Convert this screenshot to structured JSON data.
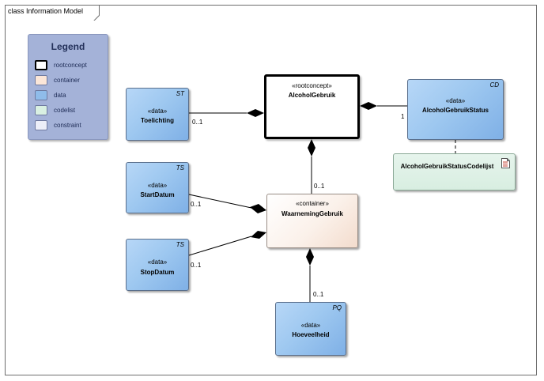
{
  "frame": {
    "title": "class Information Model"
  },
  "legend": {
    "title": "Legend",
    "items": [
      {
        "label": "rootconcept",
        "color": "#ffffff",
        "border": "#000000"
      },
      {
        "label": "container",
        "color": "#fbe6d8",
        "border": "#8a7a70"
      },
      {
        "label": "data",
        "color": "#8fbcea",
        "border": "#5a6f8c"
      },
      {
        "label": "codelist",
        "color": "#d9f0e2",
        "border": "#7c9a88"
      },
      {
        "label": "constraint",
        "color": "#eceef8",
        "border": "#7d84a6"
      }
    ]
  },
  "classes": {
    "root": {
      "stereotype": "«rootconcept»",
      "name": "AlcoholGebruik"
    },
    "status": {
      "stereotype": "«data»",
      "name": "AlcoholGebruikStatus",
      "type": "CD"
    },
    "toelichting": {
      "stereotype": "«data»",
      "name": "Toelichting",
      "type": "ST"
    },
    "waarneming": {
      "stereotype": "«container»",
      "name": "WaarnemingGebruik"
    },
    "startdatum": {
      "stereotype": "«data»",
      "name": "StartDatum",
      "type": "TS"
    },
    "stopdatum": {
      "stereotype": "«data»",
      "name": "StopDatum",
      "type": "TS"
    },
    "hoeveelheid": {
      "stereotype": "«data»",
      "name": "Hoeveelheid",
      "type": "PQ"
    },
    "codelijst": {
      "name": "AlcoholGebruikStatusCodelijst"
    }
  },
  "multiplicities": {
    "toelichting": "0..1",
    "status": "1",
    "waarneming": "0..1",
    "startdatum": "0..1",
    "stopdatum": "0..1",
    "hoeveelheid": "0..1"
  },
  "colors": {
    "line": "#000000",
    "frame": "#6e6e6e"
  }
}
